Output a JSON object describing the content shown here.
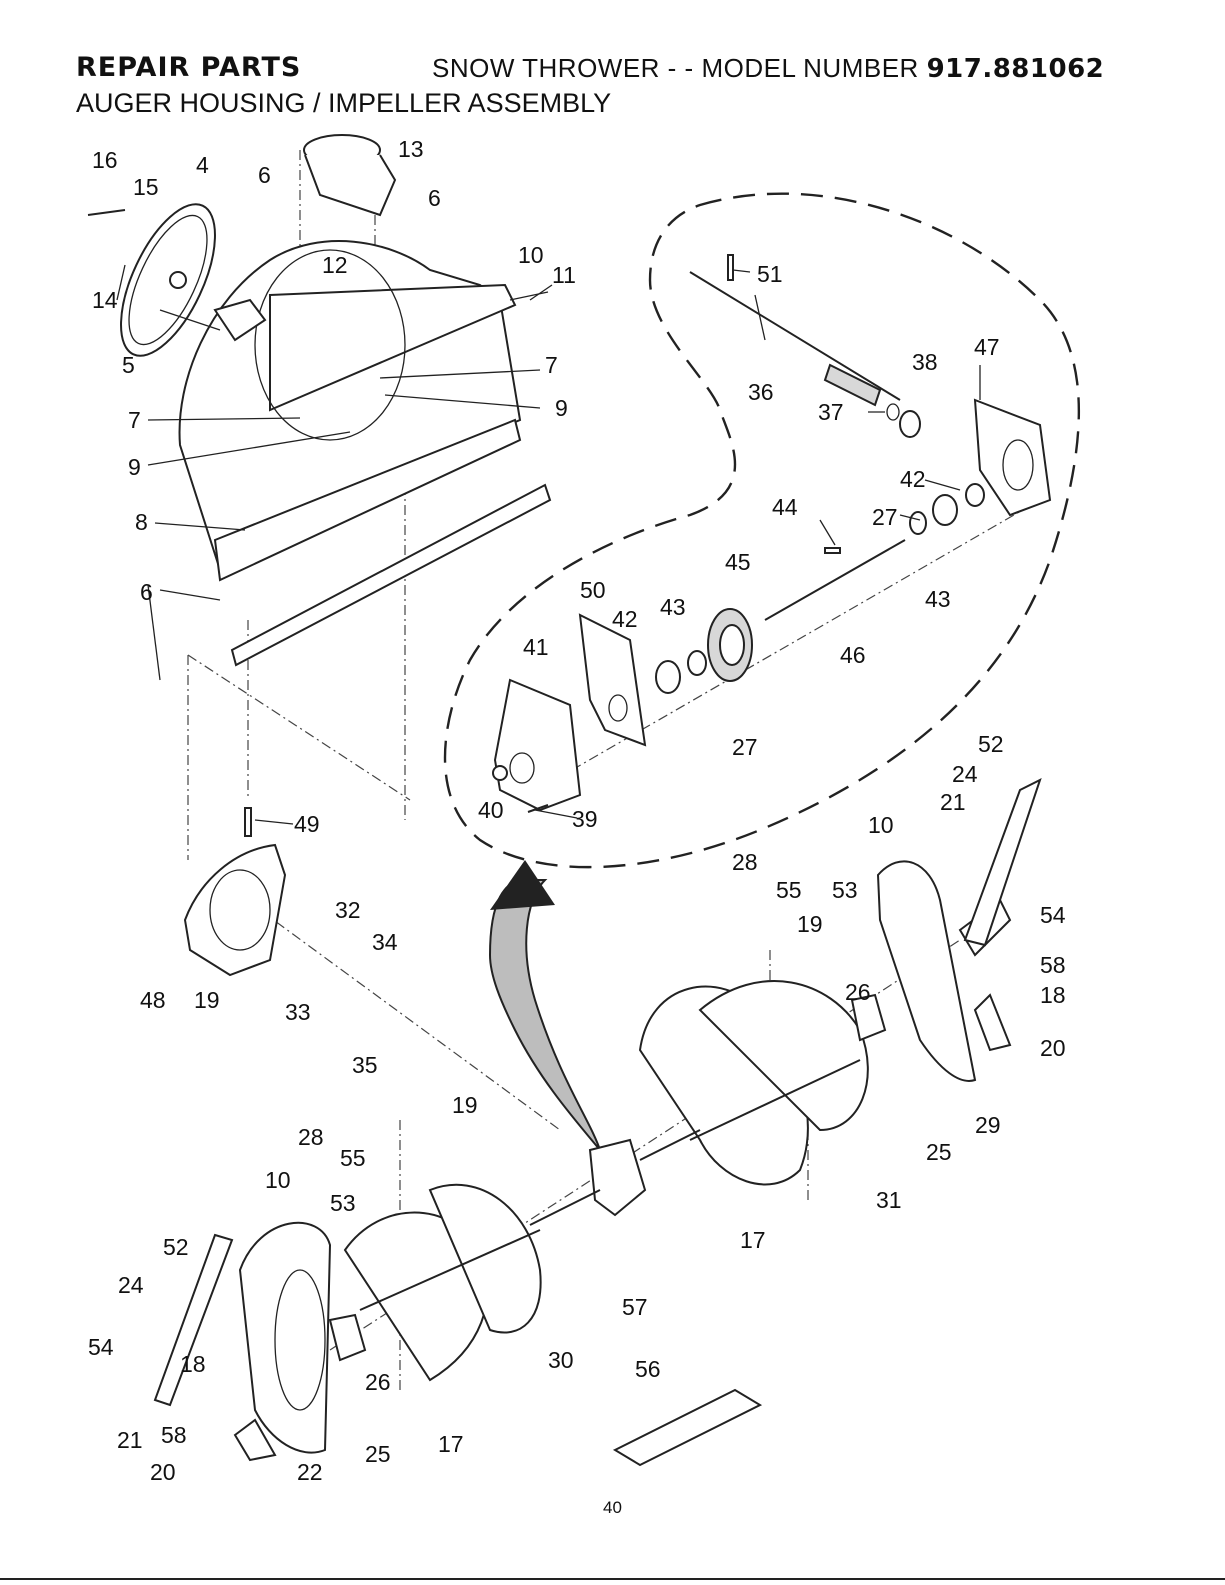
{
  "header": {
    "left": "REPAIR PARTS",
    "right_prefix": "SNOW THROWER - - MODEL NUMBER ",
    "model_number": "917.881062"
  },
  "subtitle": "AUGER HOUSING / IMPELLER ASSEMBLY",
  "page_number": "40",
  "callouts": [
    {
      "id": "c16a",
      "label": "16"
    },
    {
      "id": "c4",
      "label": "4"
    },
    {
      "id": "c15",
      "label": "15"
    },
    {
      "id": "c6a",
      "label": "6"
    },
    {
      "id": "c13",
      "label": "13"
    },
    {
      "id": "c6b",
      "label": "6"
    },
    {
      "id": "c14",
      "label": "14"
    },
    {
      "id": "c12",
      "label": "12"
    },
    {
      "id": "c10a",
      "label": "10"
    },
    {
      "id": "c5",
      "label": "5"
    },
    {
      "id": "c7a",
      "label": "7"
    },
    {
      "id": "c7b",
      "label": "7"
    },
    {
      "id": "c9a",
      "label": "9"
    },
    {
      "id": "c9b",
      "label": "9"
    },
    {
      "id": "c11",
      "label": "11"
    },
    {
      "id": "c8",
      "label": "8"
    },
    {
      "id": "c6c",
      "label": "6"
    },
    {
      "id": "c51",
      "label": "51"
    },
    {
      "id": "c36",
      "label": "36"
    },
    {
      "id": "c38",
      "label": "38"
    },
    {
      "id": "c47",
      "label": "47"
    },
    {
      "id": "c37",
      "label": "37"
    },
    {
      "id": "c42a",
      "label": "42"
    },
    {
      "id": "c44",
      "label": "44"
    },
    {
      "id": "c27a",
      "label": "27"
    },
    {
      "id": "c45",
      "label": "45"
    },
    {
      "id": "c43a",
      "label": "43"
    },
    {
      "id": "c50",
      "label": "50"
    },
    {
      "id": "c42b",
      "label": "42"
    },
    {
      "id": "c43b",
      "label": "43"
    },
    {
      "id": "c41",
      "label": "41"
    },
    {
      "id": "c46",
      "label": "46"
    },
    {
      "id": "c27b",
      "label": "27"
    },
    {
      "id": "c40",
      "label": "40"
    },
    {
      "id": "c39",
      "label": "39"
    },
    {
      "id": "c49",
      "label": "49"
    },
    {
      "id": "c52a",
      "label": "52"
    },
    {
      "id": "c24a",
      "label": "24"
    },
    {
      "id": "c21a",
      "label": "21"
    },
    {
      "id": "c10b",
      "label": "10"
    },
    {
      "id": "c28a",
      "label": "28"
    },
    {
      "id": "c55a",
      "label": "55"
    },
    {
      "id": "c53a",
      "label": "53"
    },
    {
      "id": "c54a",
      "label": "54"
    },
    {
      "id": "c19a",
      "label": "19"
    },
    {
      "id": "c32",
      "label": "32"
    },
    {
      "id": "c34",
      "label": "34"
    },
    {
      "id": "c58a",
      "label": "58"
    },
    {
      "id": "c26a",
      "label": "26"
    },
    {
      "id": "c18a",
      "label": "18"
    },
    {
      "id": "c48",
      "label": "48"
    },
    {
      "id": "c19b",
      "label": "19"
    },
    {
      "id": "c33",
      "label": "33"
    },
    {
      "id": "c20a",
      "label": "20"
    },
    {
      "id": "c35",
      "label": "35"
    },
    {
      "id": "c29",
      "label": "29"
    },
    {
      "id": "c19c",
      "label": "19"
    },
    {
      "id": "c28b",
      "label": "28"
    },
    {
      "id": "c25a",
      "label": "25"
    },
    {
      "id": "c55b",
      "label": "55"
    },
    {
      "id": "c31",
      "label": "31"
    },
    {
      "id": "c10c",
      "label": "10"
    },
    {
      "id": "c53b",
      "label": "53"
    },
    {
      "id": "c17a",
      "label": "17"
    },
    {
      "id": "c52b",
      "label": "52"
    },
    {
      "id": "c24b",
      "label": "24"
    },
    {
      "id": "c57",
      "label": "57"
    },
    {
      "id": "c54b",
      "label": "54"
    },
    {
      "id": "c18b",
      "label": "18"
    },
    {
      "id": "c30",
      "label": "30"
    },
    {
      "id": "c56",
      "label": "56"
    },
    {
      "id": "c26b",
      "label": "26"
    },
    {
      "id": "c21b",
      "label": "21"
    },
    {
      "id": "c58b",
      "label": "58"
    },
    {
      "id": "c17b",
      "label": "17"
    },
    {
      "id": "c25b",
      "label": "25"
    },
    {
      "id": "c20b",
      "label": "20"
    },
    {
      "id": "c22",
      "label": "22"
    }
  ]
}
